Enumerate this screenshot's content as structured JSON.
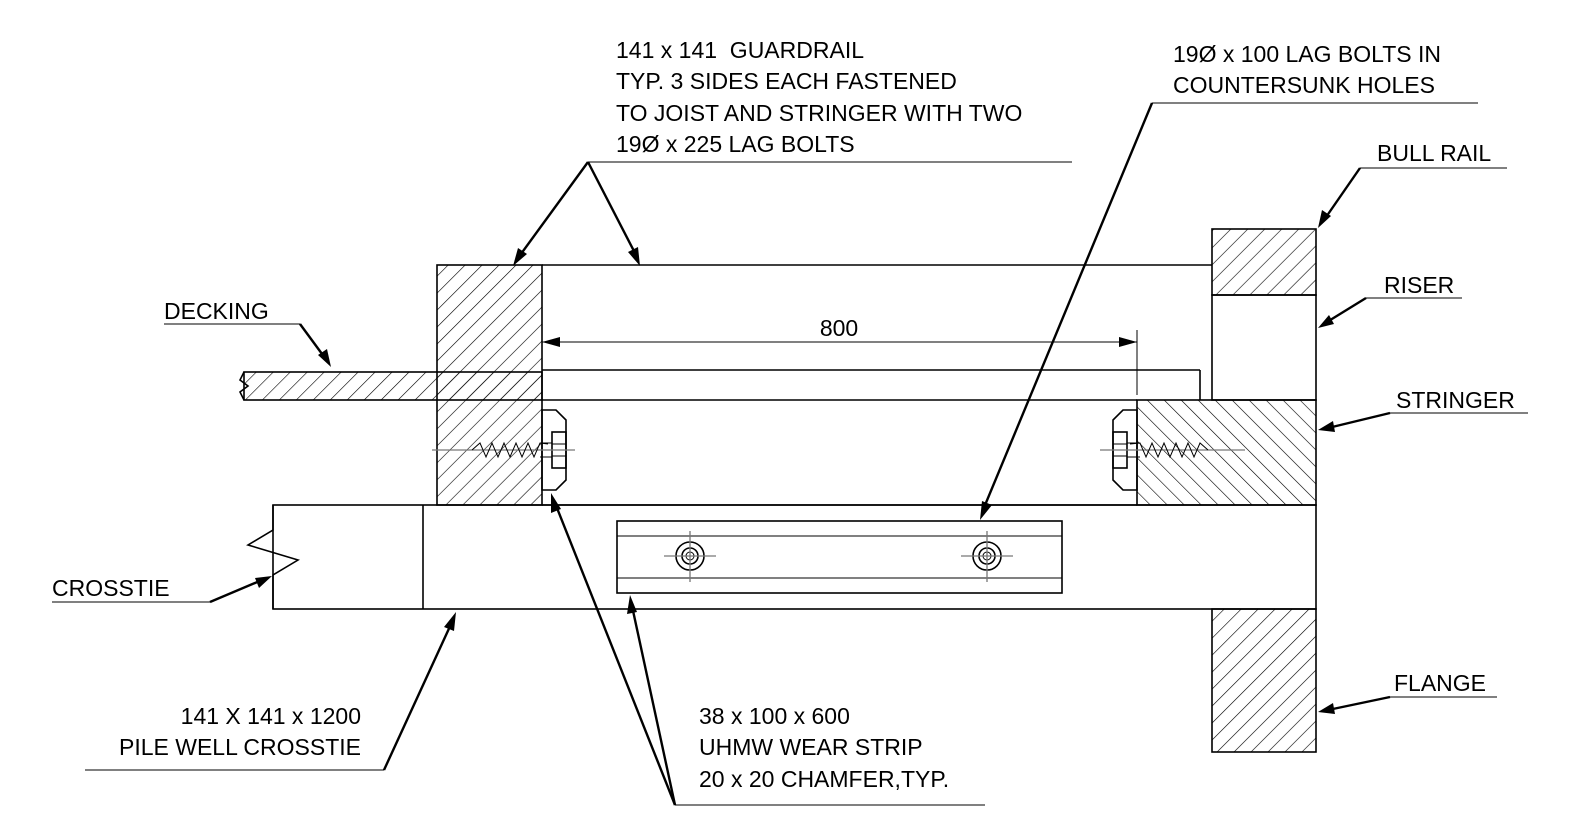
{
  "labels": {
    "guardrail": [
      "141 x 141  GUARDRAIL",
      "TYP. 3 SIDES EACH FASTENED",
      "TO JOIST AND STRINGER WITH TWO",
      "19Ø x 225 LAG BOLTS"
    ],
    "lag_bolts": [
      "19Ø x 100 LAG BOLTS IN",
      "COUNTERSUNK HOLES"
    ],
    "bull_rail": "BULL RAIL",
    "riser": "RISER",
    "stringer": "STRINGER",
    "flange": "FLANGE",
    "decking": "DECKING",
    "crosstie": "CROSSTIE",
    "pile_well_crosstie": [
      "141 X 141 x 1200",
      "PILE WELL CROSSTIE"
    ],
    "wear_strip": [
      "38 x 100 x 600",
      "UHMW WEAR STRIP",
      "20 x 20 CHAMFER,TYP."
    ],
    "dimension": "800"
  }
}
